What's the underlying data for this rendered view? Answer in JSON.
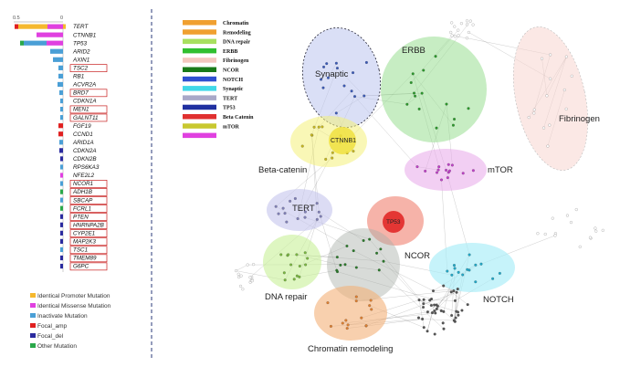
{
  "axis": {
    "left": "0.5",
    "right": "0"
  },
  "genes": [
    "TERT",
    "CTNNB1",
    "TP53",
    "ARID2",
    "AXIN1",
    "TSC2",
    "RB1",
    "ACVR2A",
    "BRD7",
    "CDKN1A",
    "MEN1",
    "GALNT11",
    "FGF19",
    "CCND1",
    "ARID1A",
    "CDKN2A",
    "CDKN2B",
    "RPS6KA3",
    "NFE2L2",
    "NCOR1",
    "ADH1B",
    "SBCAP",
    "FCRL1",
    "PTEN",
    "HNRNPA2B",
    "CYP2E1",
    "MAP2K3",
    "TSC1",
    "TMEM89",
    "G6PC"
  ],
  "boxed_genes": [
    "TSC2",
    "BRD7",
    "MEN1",
    "GALNT11",
    "NCOR1",
    "ADH1B",
    "SBCAP",
    "FCRL1",
    "PTEN",
    "HNRNPA2B",
    "CYP2E1",
    "MAP2K3",
    "TSC1",
    "TMEM89",
    "G6PC"
  ],
  "mutation_legend": [
    {
      "label": "Identical Promoter Mutation",
      "color": "#f5b82e"
    },
    {
      "label": "Identical Missense Mutation",
      "color": "#e040e0"
    },
    {
      "label": "Inactivate Mutation",
      "color": "#4a9fd6"
    },
    {
      "label": "Focal_amp",
      "color": "#e02020"
    },
    {
      "label": "Focal_del",
      "color": "#2a2a9e"
    },
    {
      "label": "Other Mutation",
      "color": "#2aa84a"
    }
  ],
  "category_legend": [
    {
      "label": "Chromatin",
      "color": "#f0a030"
    },
    {
      "label": "Remodeling",
      "color": "#f0a030"
    },
    {
      "label": "DNA repair",
      "color": "#a8e060"
    },
    {
      "label": "ERBB",
      "color": "#30c030"
    },
    {
      "label": "Fibrinogen",
      "color": "#f4c8c0"
    },
    {
      "label": "NCOR",
      "color": "#1a7a1a"
    },
    {
      "label": "NOTCH",
      "color": "#3050d0"
    },
    {
      "label": "Synaptic",
      "color": "#40d8e8"
    },
    {
      "label": "TERT",
      "color": "#a8a8c8"
    },
    {
      "label": "TP53",
      "color": "#2030a0"
    },
    {
      "label": "Beta Catenin",
      "color": "#e03030"
    },
    {
      "label": "mTOR",
      "color": "#c8c830"
    },
    {
      "label": "",
      "color": "#e040e0"
    }
  ],
  "clusters": {
    "synaptic": "Synaptic",
    "erbb": "ERBB",
    "fibrinogen": "Fibrinogen",
    "beta_catenin": "Beta-catenin",
    "mtor": "mTOR",
    "tert": "TERT",
    "ncor": "NCOR",
    "dna_repair": "DNA repair",
    "notch": "NOTCH",
    "chromatin": "Chromatin remodeling"
  },
  "hub_labels": {
    "ctnnb1": "CTNNB1",
    "tp53": "TP53",
    "tert_node": "TERT"
  }
}
